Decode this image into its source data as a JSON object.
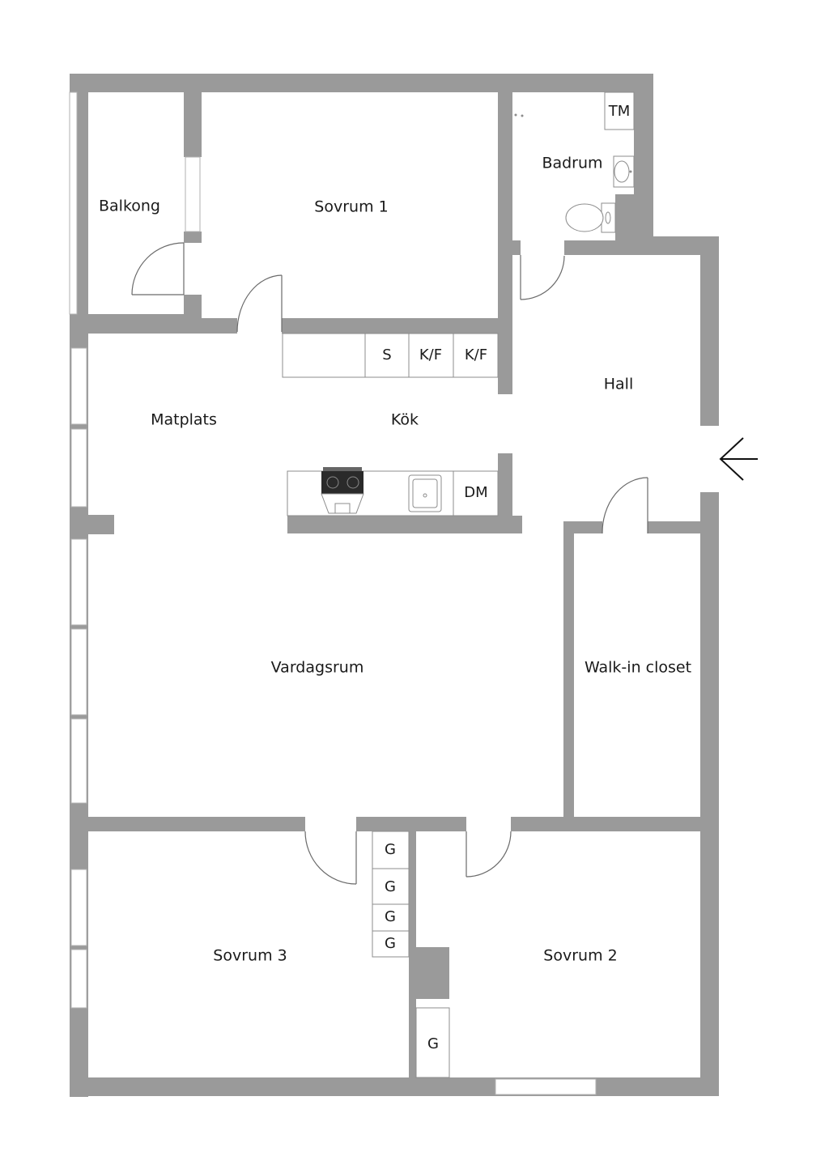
{
  "rooms": {
    "balkong": "Balkong",
    "sovrum1": "Sovrum 1",
    "badrum": "Badrum",
    "hall": "Hall",
    "matplats": "Matplats",
    "kok": "Kök",
    "vardagsrum": "Vardagsrum",
    "walkin": "Walk-in closet",
    "sovrum3": "Sovrum 3",
    "sovrum2": "Sovrum 2"
  },
  "fixtures": {
    "tm": "TM",
    "s": "S",
    "kf1": "K/F",
    "kf2": "K/F",
    "dm": "DM",
    "g1": "G",
    "g2": "G",
    "g3": "G",
    "g4": "G",
    "g5": "G"
  },
  "icons": {
    "entrance": "arrow-left-icon",
    "stove": "stove-icon",
    "sink": "kitchen-sink-icon",
    "toilet": "toilet-icon",
    "washbasin": "washbasin-icon"
  },
  "colors": {
    "wall": "#9a9a9a",
    "background": "#ffffff",
    "text": "#1a1a1a"
  }
}
